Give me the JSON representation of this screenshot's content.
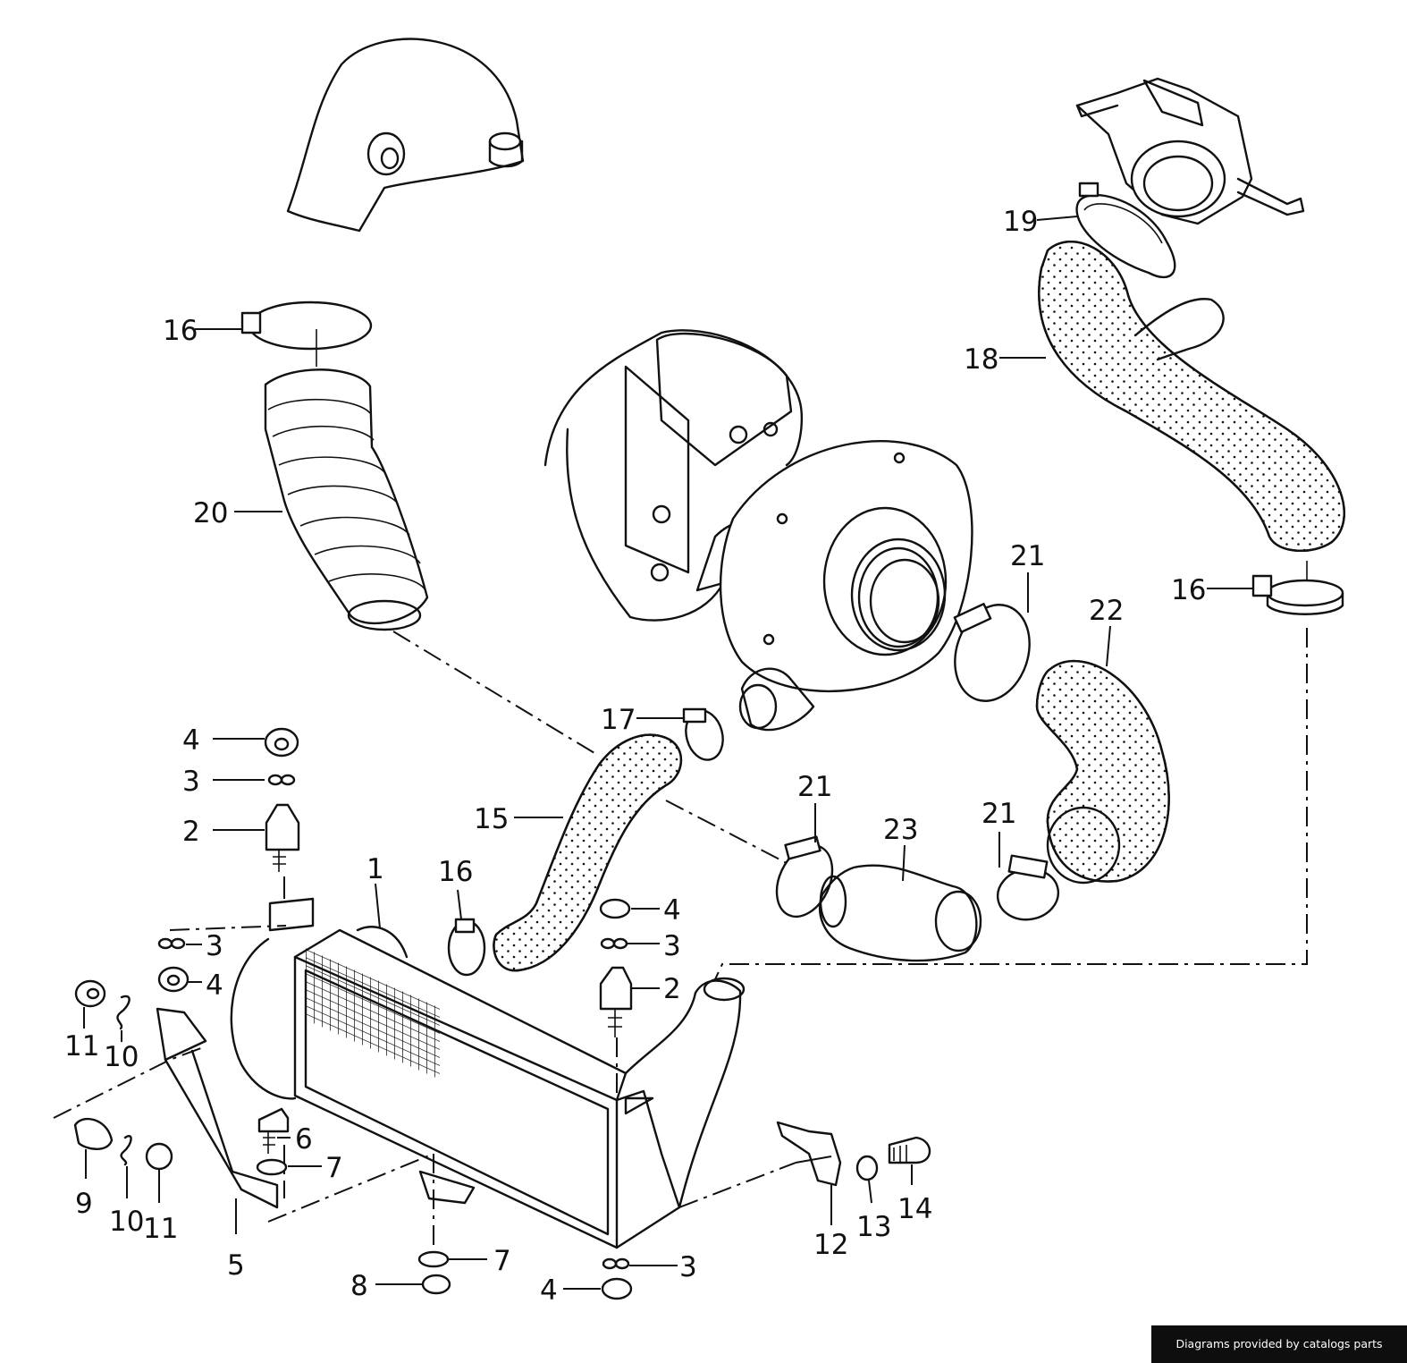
{
  "callouts": [
    "1",
    "2",
    "3",
    "4",
    "5",
    "6",
    "7",
    "8",
    "9",
    "10",
    "11",
    "12",
    "13",
    "14",
    "15",
    "16",
    "17",
    "18",
    "19",
    "20",
    "21",
    "22",
    "23"
  ],
  "credit": "Diagrams provided by catalogs parts",
  "colors": {
    "ink": "#111111",
    "paper": "#ffffff",
    "credit_bg": "#0e0e0e",
    "credit_text": "#ffffff"
  }
}
